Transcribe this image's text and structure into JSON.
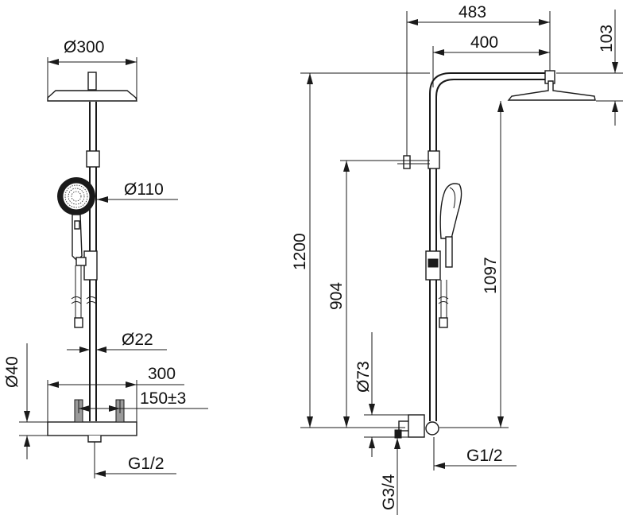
{
  "dimensions": {
    "head_diameter": "Ø300",
    "hand_shower_diameter": "Ø110",
    "pipe_diameter": "Ø22",
    "mixer_width": "300",
    "mixer_centres": "150±3",
    "mixer_body_diameter": "Ø40",
    "inlet_left": "G1/2",
    "projection_total": "483",
    "arm_length": "400",
    "head_drop": "103",
    "total_height": "1200",
    "hook_height": "904",
    "head_height": "1097",
    "mixer_body_side": "Ø73",
    "inlet_right": "G1/2",
    "outlet_thread": "G3/4"
  },
  "colors": {
    "line": "#1a1a1a",
    "handle_grey": "#9a9a9a",
    "background": "#ffffff"
  }
}
